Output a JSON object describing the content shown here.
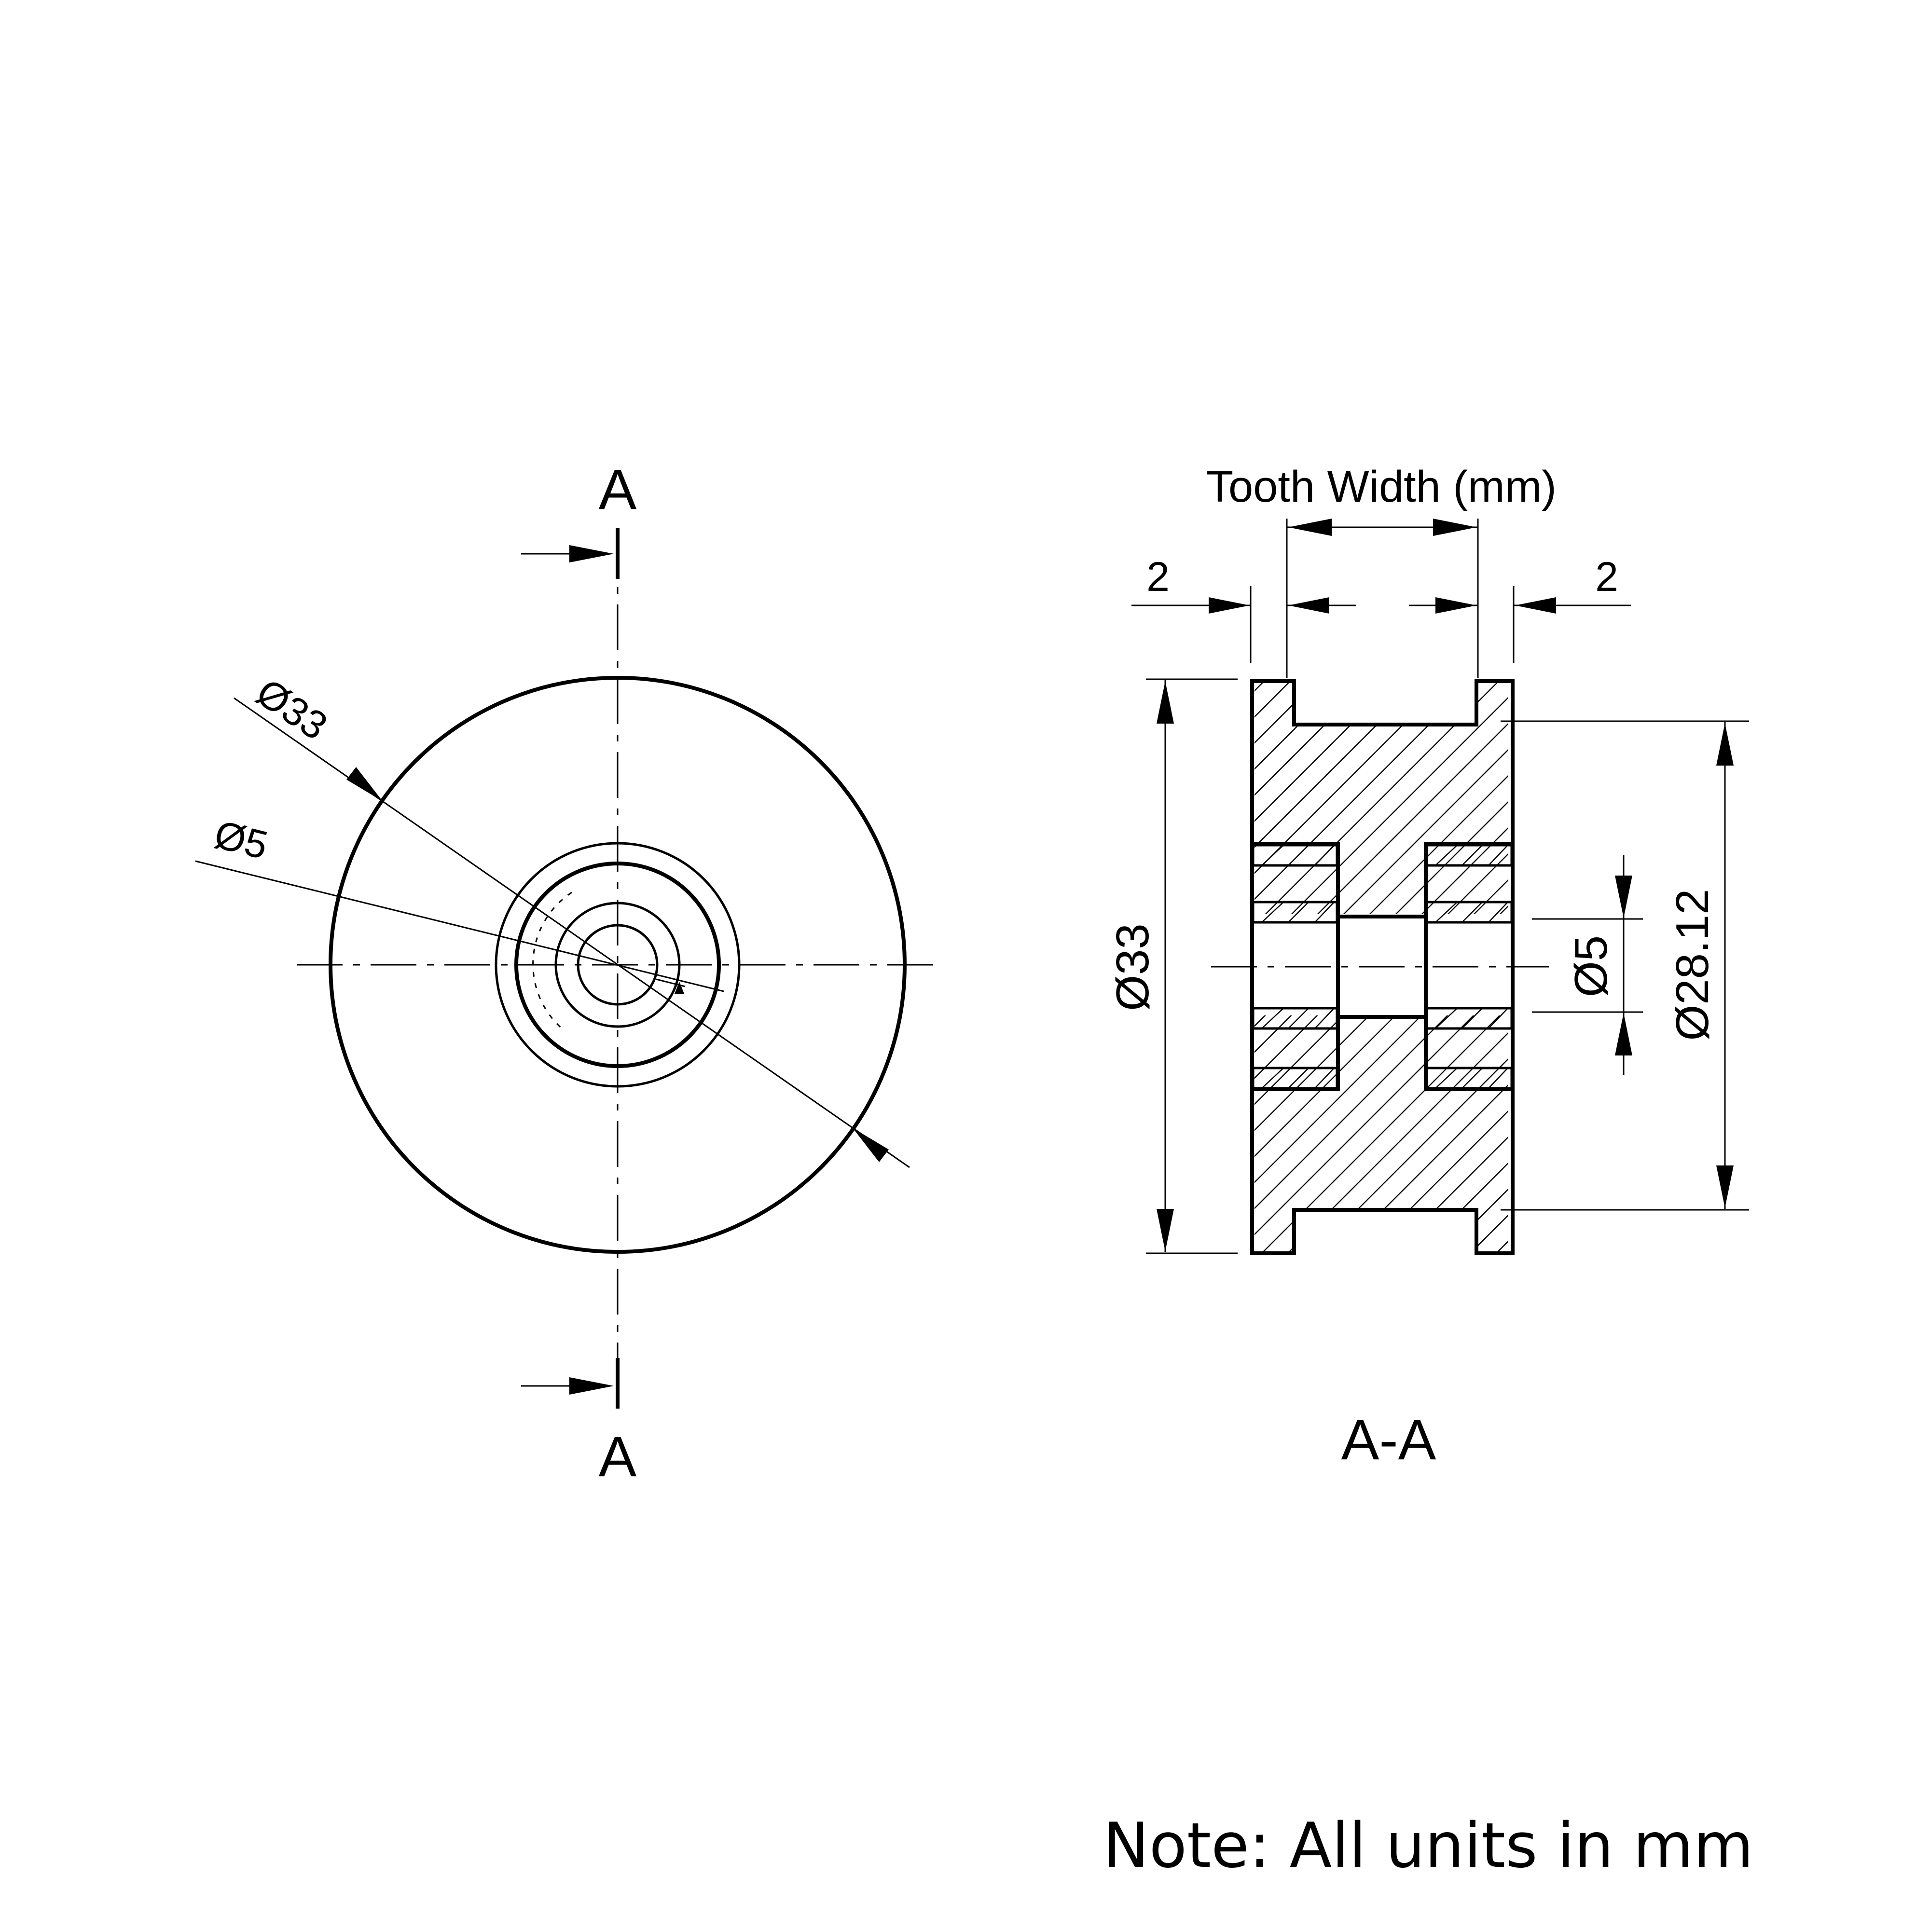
{
  "front_view": {
    "section_label_top": "A",
    "section_label_bottom": "A",
    "dim_outer": "Ø33",
    "dim_bore": "Ø5"
  },
  "section_view": {
    "title": "A-A",
    "tooth_width_label": "Tooth Width (mm)",
    "flange_left": "2",
    "flange_right": "2",
    "dim_outer": "Ø33",
    "dim_bore": "Ø5",
    "dim_tooth": "Ø28.12"
  },
  "note": "Note: All units in mm"
}
